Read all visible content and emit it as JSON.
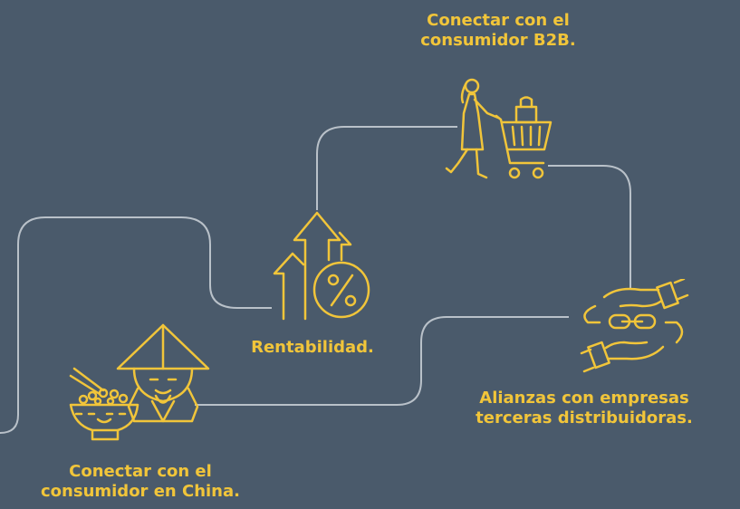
{
  "steps": {
    "b2b": {
      "line1": "Conectar con el",
      "line2": "consumidor B2B.",
      "icon": "shopper-with-cart-icon"
    },
    "rentabilidad": {
      "label": "Rentabilidad.",
      "icon": "growth-arrows-percent-icon"
    },
    "alianzas": {
      "line1": "Alianzas con empresas",
      "line2": "terceras distribuidoras.",
      "icon": "handshake-chain-icon"
    },
    "china": {
      "line1": "Conectar con el",
      "line2": "consumidor en China.",
      "icon": "chinese-man-rice-bowl-icon"
    }
  },
  "colors": {
    "background": "#4a5a6b",
    "accent": "#f1c53a",
    "path": "#b9c1c9"
  }
}
